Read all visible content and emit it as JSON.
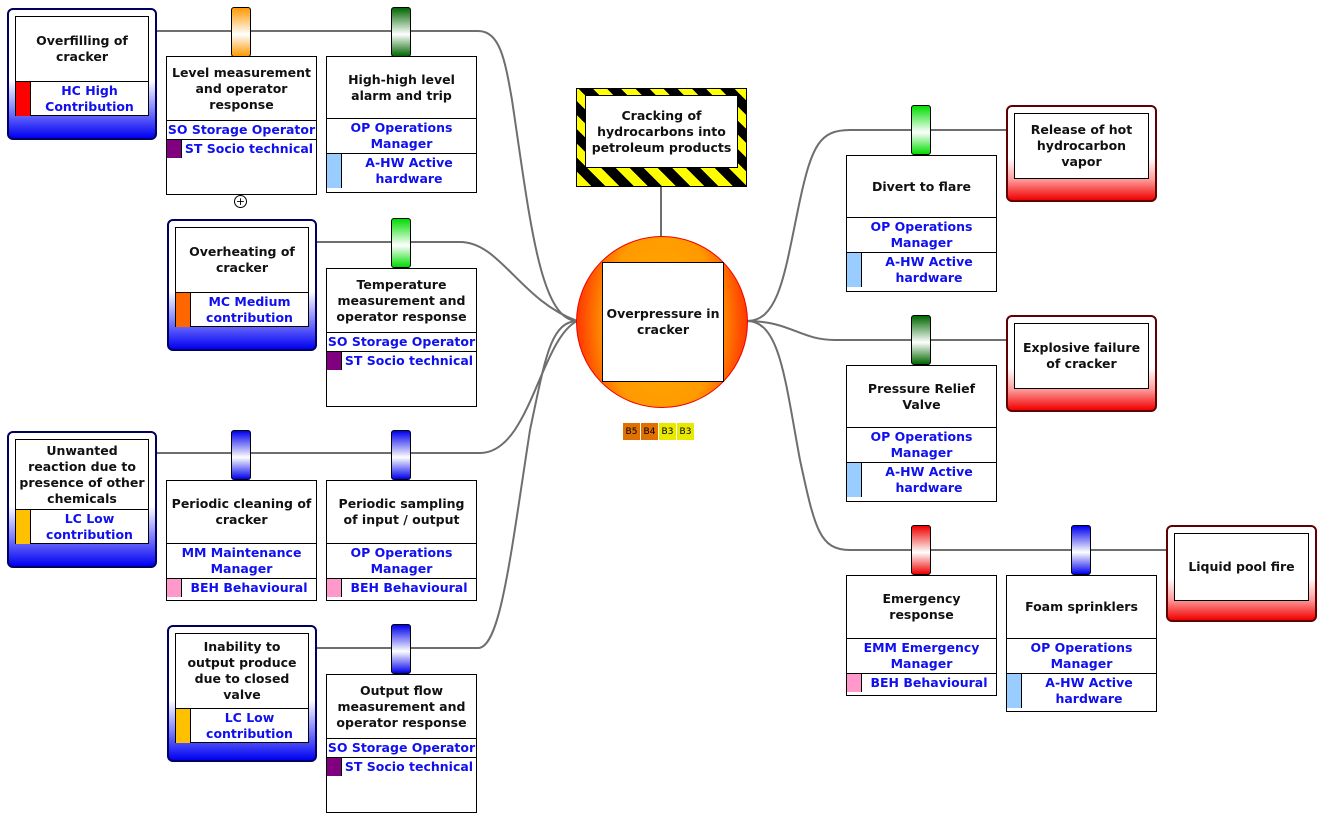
{
  "colors": {
    "high_contribution": "#ff0000",
    "medium_contribution": "#ff6600",
    "low_contribution": "#ffc000",
    "socio_technical": "#800080",
    "active_hardware": "#99ccff",
    "behavioural": "#ff99cc",
    "barrier_orange": "#ff9900",
    "barrier_dark_green": "#006600",
    "barrier_green": "#00dd00",
    "barrier_blue": "#0000ee",
    "barrier_red": "#ee0000",
    "badge_b5": "#e07000",
    "badge_b4": "#e07000",
    "badge_b3": "#e8e800"
  },
  "hazard": {
    "label": "Cracking of hydrocarbons into petroleum products"
  },
  "top_event": {
    "label": "Overpressure in cracker",
    "badges": [
      "B5",
      "B4",
      "B3",
      "B3"
    ]
  },
  "threats": [
    {
      "label": "Overfilling of cracker",
      "contribution": "HC High Contribution",
      "contribution_color": "#ff0000",
      "barriers": [
        {
          "label": "Level measurement and operator response",
          "tab_color": "#ff9900",
          "responsible": "SO Storage Operator",
          "type": "ST Socio technical",
          "type_color": "#800080",
          "expandable": true
        },
        {
          "label": "High-high level alarm and trip",
          "tab_color": "#006600",
          "responsible": "OP Operations Manager",
          "type": "A-HW Active hardware",
          "type_color": "#99ccff"
        }
      ]
    },
    {
      "label": "Overheating of cracker",
      "contribution": "MC Medium contribution",
      "contribution_color": "#ff6600",
      "barriers": [
        {
          "label": "Temperature measurement and operator response",
          "tab_color": "#00dd00",
          "responsible": "SO Storage Operator",
          "type": "ST Socio technical",
          "type_color": "#800080"
        }
      ]
    },
    {
      "label": "Unwanted reaction due to presence of other chemicals",
      "contribution": "LC Low contribution",
      "contribution_color": "#ffc000",
      "barriers": [
        {
          "label": "Periodic cleaning of cracker",
          "tab_color": "#0000ee",
          "responsible": "MM Maintenance Manager",
          "type": "BEH Behavioural",
          "type_color": "#ff99cc"
        },
        {
          "label": "Periodic sampling of input / output",
          "tab_color": "#0000ee",
          "responsible": "OP Operations Manager",
          "type": "BEH Behavioural",
          "type_color": "#ff99cc"
        }
      ]
    },
    {
      "label": "Inability to output produce due to closed valve",
      "contribution": "LC Low contribution",
      "contribution_color": "#ffc000",
      "barriers": [
        {
          "label": "Output flow measurement and operator response",
          "tab_color": "#0000ee",
          "responsible": "SO Storage Operator",
          "type": "ST Socio technical",
          "type_color": "#800080"
        }
      ]
    }
  ],
  "consequences": [
    {
      "label": "Release of hot hydrocarbon vapor",
      "barriers": [
        {
          "label": "Divert to flare",
          "tab_color": "#00dd00",
          "responsible": "OP Operations Manager",
          "type": "A-HW Active hardware",
          "type_color": "#99ccff"
        }
      ]
    },
    {
      "label": "Explosive failure of cracker",
      "barriers": [
        {
          "label": "Pressure Relief Valve",
          "tab_color": "#006600",
          "responsible": "OP Operations Manager",
          "type": "A-HW Active hardware",
          "type_color": "#99ccff"
        }
      ]
    },
    {
      "label": "Liquid pool fire",
      "barriers": [
        {
          "label": "Emergency response",
          "tab_color": "#ee0000",
          "responsible": "EMM Emergency Manager",
          "type": "BEH Behavioural",
          "type_color": "#ff99cc"
        },
        {
          "label": "Foam sprinklers",
          "tab_color": "#0000ee",
          "responsible": "OP Operations Manager",
          "type": "A-HW Active hardware",
          "type_color": "#99ccff"
        }
      ]
    }
  ]
}
